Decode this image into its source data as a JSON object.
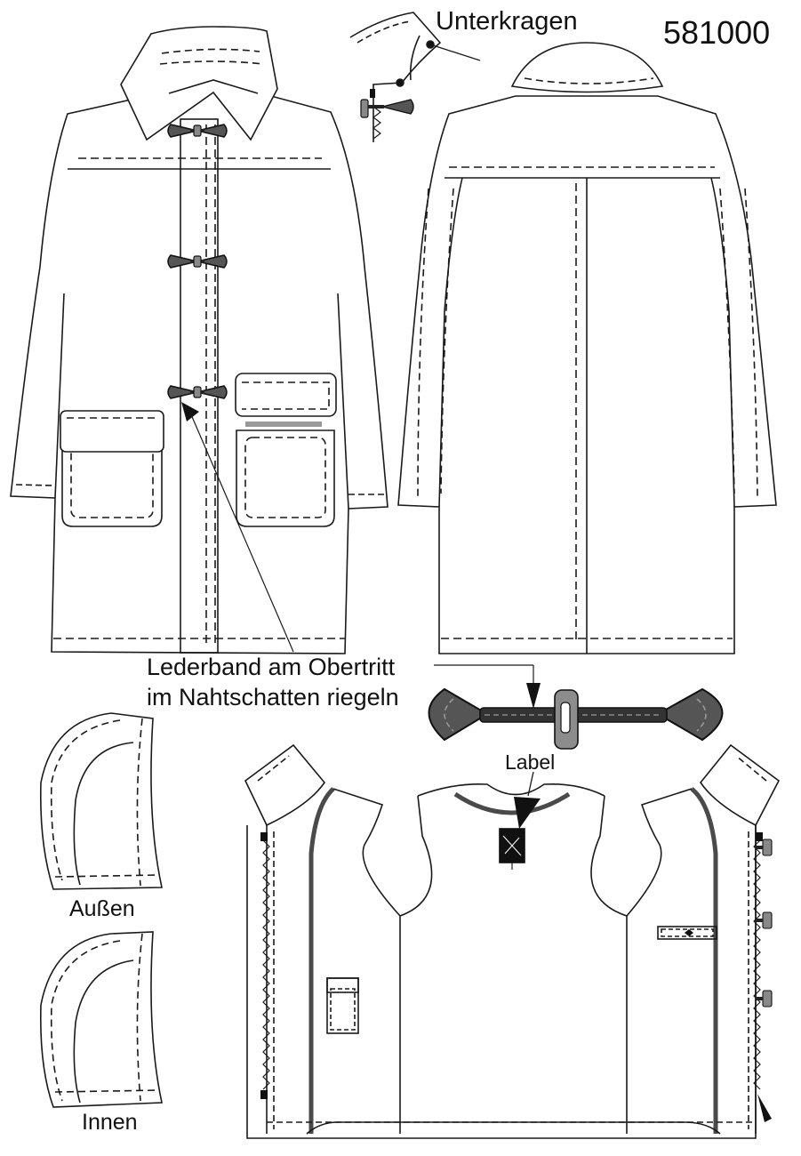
{
  "model_number": "581000",
  "labels": {
    "unterkragen": "Unterkragen",
    "lederband_line1": "Lederband am Obertritt",
    "lederband_line2": "im Nahtschatten riegeln",
    "label": "Label",
    "aussen": "Außen",
    "innen": "Innen"
  },
  "colors": {
    "outline": "#1a1a1a",
    "toggle_dark": "#555555",
    "toggle_light": "#8c8c8c",
    "lining_band": "#4a4a4a",
    "paper": "#ffffff"
  },
  "icons": [
    "toggle-button-icon",
    "clothing-label-icon",
    "zipper-icon"
  ]
}
